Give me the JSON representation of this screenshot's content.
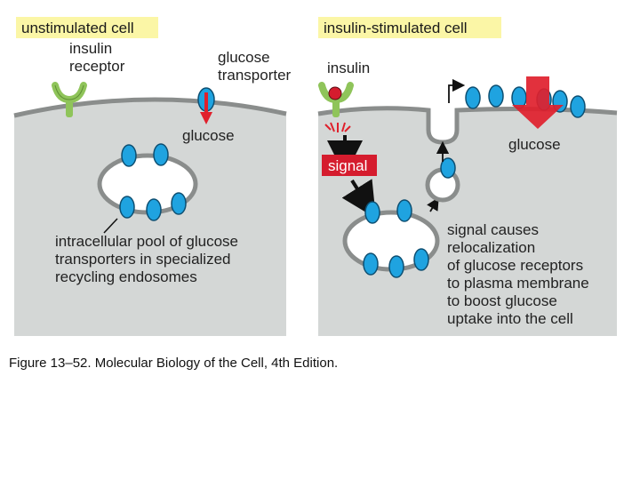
{
  "left_panel": {
    "title": "unstimulated cell",
    "receptor_label": [
      "insulin",
      "receptor"
    ],
    "transporter_label": [
      "glucose",
      "transporter"
    ],
    "glucose_label": "glucose",
    "pool_label": [
      "intracellular pool of glucose",
      "transporters in specialized",
      "recycling endosomes"
    ]
  },
  "right_panel": {
    "title": "insulin-stimulated cell",
    "insulin_label": "insulin",
    "signal_label": "signal",
    "glucose_label": "glucose",
    "description": [
      "signal causes",
      "relocalization",
      "of glucose receptors",
      "to plasma membrane",
      "to boost glucose",
      "uptake into the cell"
    ]
  },
  "caption": "Figure 13–52. Molecular Biology of the Cell, 4th Edition.",
  "colors": {
    "cytoplasm": "#d4d7d6",
    "membrane": "#8a8d8c",
    "transporter": "#1fa3e0",
    "receptor": "#8fc45a",
    "insulin": "#d51c2e",
    "signal_box": "#d51c2e",
    "title_highlight": "#fbf6a6",
    "arrow_red": "#e0202c"
  },
  "icons": {
    "glucose_arrow": "red-arrow-icon",
    "signal_arrow": "black-arrow-icon"
  }
}
